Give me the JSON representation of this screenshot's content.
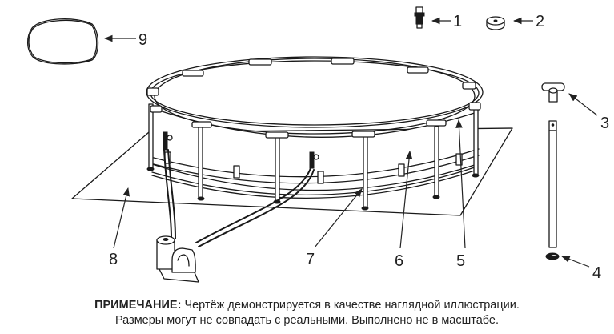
{
  "diagram": {
    "subject": "above-ground frame pool assembly with parts callouts",
    "callouts": [
      {
        "number": "1",
        "part": "plug-valve-icon"
      },
      {
        "number": "2",
        "part": "round-cap-icon"
      },
      {
        "number": "3",
        "part": "t-joint-icon"
      },
      {
        "number": "4",
        "part": "leg-cap-icon"
      },
      {
        "number": "5",
        "part": "top-rail"
      },
      {
        "number": "6",
        "part": "pool-wall-liner"
      },
      {
        "number": "7",
        "part": "support-belt"
      },
      {
        "number": "8",
        "part": "ground-cloth"
      },
      {
        "number": "9",
        "part": "pool-cover"
      }
    ],
    "colors": {
      "line": "#1a1a1a",
      "text": "#222222",
      "background": "#ffffff"
    }
  },
  "note": {
    "label": "ПРИМЕЧАНИЕ:",
    "line1": " Чертёж демонстрируется в качестве наглядной иллюстрации.",
    "line2": "Размеры могут не совпадать с реальными. Выполнено не в масштабе."
  }
}
